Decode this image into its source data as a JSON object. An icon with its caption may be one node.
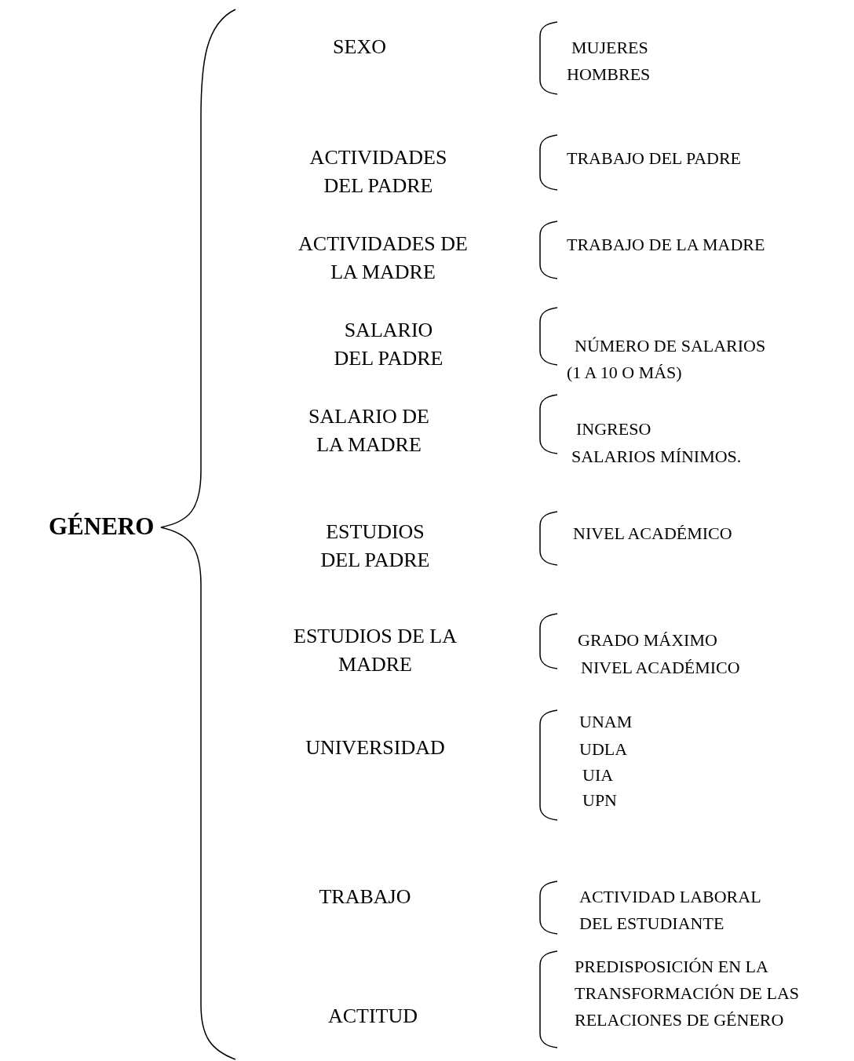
{
  "diagram": {
    "labels": [
      "GÉNERO",
      "SEXO",
      "MUJERES",
      "HOMBRES",
      "ACTIVIDADES DEL PADRE",
      "TRABAJO DEL PADRE",
      "ACTIVIDADES DE LA MADRE",
      "TRABAJO DE LA MADRE",
      "SALARIO DEL PADRE",
      "NÚMERO DE SALARIOS",
      "(1 A 10 O MÁS)",
      "SALARIO DE LA MADRE",
      "INGRESO",
      "SALARIOS MÍNIMOS.",
      "ESTUDIOS DEL PADRE",
      "NIVEL ACADÉMICO",
      "ESTUDIOS DE LA MADRE",
      "GRADO MÁXIMO",
      "NIVEL ACADÉMICO",
      "UNIVERSIDAD",
      "UNAM",
      "UDLA",
      "UIA",
      "UPN",
      "TRABAJO",
      "ACTIVIDAD LABORAL DEL ESTUDIANTE",
      "ACTITUD",
      "PREDISPOSICIÓN EN LA TRANSFORMACIÓN DE LAS RELACIONES DE GÉNERO"
    ]
  }
}
